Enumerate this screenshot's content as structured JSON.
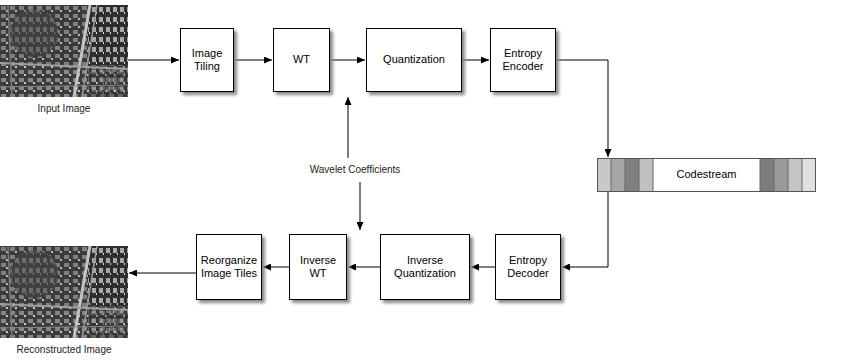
{
  "diagram": {
    "nodes": [
      {
        "text": [
          "Input Image"
        ]
      },
      {
        "text": [
          "Image Tiling"
        ]
      },
      {
        "text": [
          "WT"
        ]
      },
      {
        "text": [
          "Quantization"
        ]
      },
      {
        "text": [
          "Entropy Encoder"
        ]
      },
      {
        "text": [
          "Codestream"
        ]
      },
      {
        "text": [
          "Reconstructed Image"
        ]
      },
      {
        "text": [
          "Reorganize Image Tiles"
        ]
      },
      {
        "text": [
          "Inverse WT"
        ]
      },
      {
        "text": [
          "Inverse Quantization"
        ]
      },
      {
        "text": [
          "Entropy Decoder"
        ]
      }
    ],
    "edges": [
      {
        "from": 0,
        "to": 1,
        "arrow": "to"
      },
      {
        "from": 1,
        "to": 2,
        "arrow": "to"
      },
      {
        "from": 2,
        "to": 3,
        "arrow": "to"
      },
      {
        "from": 3,
        "to": 4,
        "arrow": "to"
      },
      {
        "from": 4,
        "to": 5,
        "arrow": "to"
      },
      {
        "from": 5,
        "to": 10,
        "arrow": "to"
      },
      {
        "from": 10,
        "to": 9,
        "arrow": "to"
      },
      {
        "from": 9,
        "to": 8,
        "arrow": "to"
      },
      {
        "from": 8,
        "to": 7,
        "arrow": "to"
      },
      {
        "from": 7,
        "to": 6,
        "arrow": "to"
      }
    ],
    "labels": [
      "Wavelet Coefficients"
    ]
  }
}
